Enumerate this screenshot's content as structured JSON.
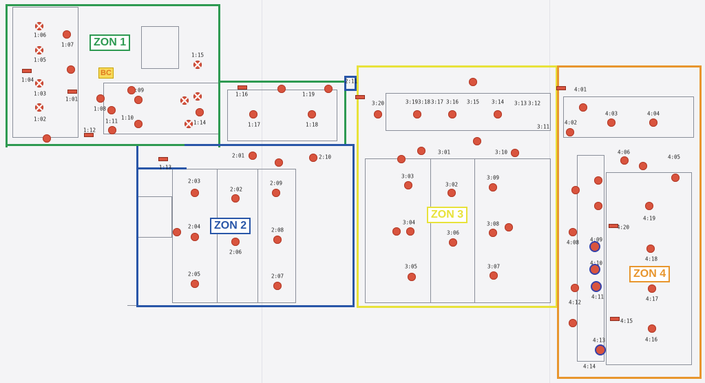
{
  "zones": [
    {
      "label": "ZON 1",
      "color": "#2e9a52"
    },
    {
      "label": "ZON 2",
      "color": "#2956a8"
    },
    {
      "label": "ZON 3",
      "color": "#e8e23a"
    },
    {
      "label": "ZON 4",
      "color": "#e8962e"
    }
  ],
  "bc_label": "BC",
  "rooms": [
    "1:01",
    "1:02",
    "1:03",
    "1:04",
    "1:05",
    "1:06",
    "1:07",
    "1:08",
    "1:09",
    "1:10",
    "1:11",
    "1:12",
    "1:13",
    "1:14",
    "1:15",
    "1:16",
    "1:17",
    "1:18",
    "1:19",
    "2:01",
    "2:02",
    "2:03",
    "2:04",
    "2:05",
    "2:06",
    "2:07",
    "2:08",
    "2:09",
    "2:10",
    "2:11",
    "3:01",
    "3:02",
    "3:03",
    "3:04",
    "3:05",
    "3:06",
    "3:07",
    "3:08",
    "3:09",
    "3:10",
    "3:11",
    "3:12",
    "3:13",
    "3:14",
    "3:15",
    "3:16",
    "3:17",
    "3:18",
    "3:19",
    "3:20",
    "4:01",
    "4:02",
    "4:03",
    "4:04",
    "4:05",
    "4:06",
    "4:08",
    "4:09",
    "4:10",
    "4:11",
    "4:12",
    "4:13",
    "4:14",
    "4:15",
    "4:16",
    "4:17",
    "4:18",
    "4:19",
    "4:20"
  ],
  "marker_color": "#d9543e"
}
